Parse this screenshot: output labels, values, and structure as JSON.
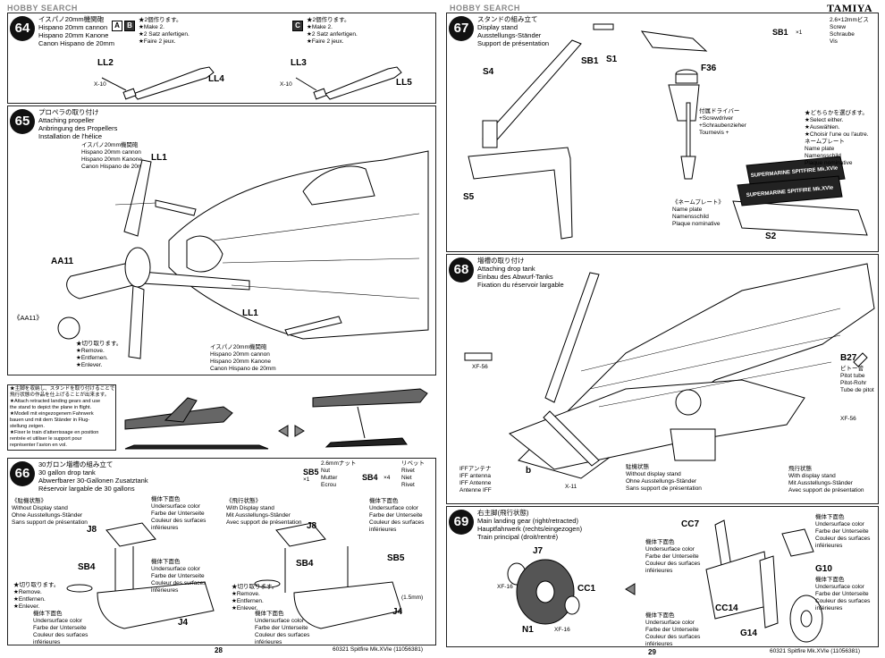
{
  "header": {
    "left_logo": "HOBBY SEARCH",
    "right_logo": "HOBBY SEARCH",
    "brand": "TAMIYA"
  },
  "step64": {
    "num": "64",
    "title": "イスパノ20mm機関砲\nHispano 20mm cannon\nHispano 20mm Kanone\nCanon Hispano de 20mm",
    "badge_a": "A",
    "badge_b": "B",
    "ab_note": "★2個作ります。\n★Make 2.\n★2 Satz anfertigen.\n★Faire 2 jeux.",
    "badge_c": "C",
    "c_note": "★2個作ります。\n★Make 2.\n★2 Satz anfertigen.\n★Faire 2 jeux.",
    "ll2": "LL2",
    "ll4": "LL4",
    "ll3": "LL3",
    "ll5": "LL5",
    "x10a": "X-10",
    "x10b": "X-10"
  },
  "step65": {
    "num": "65",
    "title": "プロペラの取り付け\nAttaching propeller\nAnbringung des Propellers\nInstallation de l'hélice",
    "cannon": "イスパノ20mm機関砲\nHispano 20mm cannon\nHispano 20mm Kanone\nCanon Hispano de 20mm",
    "ll1a": "LL1",
    "ll1b": "LL1",
    "aa11": "AA11",
    "aa11b": "《AA11》",
    "remove": "★切り取ります。\n★Remove.\n★Entfernen.\n★Enlever.",
    "cannon2": "イスパノ20mm機関砲\nHispano 20mm cannon\nHispano 20mm Kanone\nCanon Hispano de 20mm"
  },
  "note": {
    "text": "★主脚を収納し、スタンドを取り付けることで\n飛行状態の作品を仕上げることが出来ます。\n★Attach retracted landing gears and use\nthe stand to depict the plane in flight.\n★Modell mit eingezogenem Fahrwerk\nbauen und mit dem Ständer in Flug-\nstellung zeigen.\n★Fixer le train d'atterrissage en position\nrentrée et utiliser le support pour\nreprésenter l'avion en vol."
  },
  "step66": {
    "num": "66",
    "title": "30ガロン増槽の組み立て\n30 gallon drop tank\nAbwerfbarer 30-Gallonen Zusatztank\nRéservoir largable de 30 gallons",
    "sb5": "SB5",
    "sb5_desc": "2.6mmナット\nNut\nMutter\nEcrou",
    "sb5_qty": "×1",
    "sb4": "SB4",
    "sb4_desc": "リベット\nRivet\nNiet\nRivet",
    "sb4_qty": "×4",
    "no_stand": "《駐機状態》\nWithout Display stand\nOhne Ausstellungs-Ständer\nSans support de présentation",
    "with_stand": "《飛行状態》\nWith Display stand\nMit Ausstellungs-Ständer\nAvec support de présentation",
    "color1": "機体下面色\nUndersurface color\nFarbe der Unterseite\nCouleur des surfaces\ninférieures",
    "color2": "機体下面色\nUndersurface color\nFarbe der Unterseite\nCouleur des surfaces\ninférieures",
    "color3": "機体下面色\nUndersurface color\nFarbe der Unterseite\nCouleur des surfaces\ninférieures",
    "color4": "機体下面色\nUndersurface color\nFarbe der Unterseite\nCouleur des surfaces\ninférieures",
    "color5": "機体下面色\nUndersurface color\nFarbe der Unterseite\nCouleur des surfaces\ninférieures",
    "j8a": "J8",
    "j8b": "J8",
    "sb4a": "SB4",
    "sb4b": "SB4",
    "sb5b": "SB5",
    "j4a": "J4",
    "j4b": "J4",
    "remove": "★切り取ります。\n★Remove.\n★Entfernen.\n★Enlever.",
    "remove2": "★切り取ります。\n★Remove.\n★Entfernen.\n★Enlever.",
    "mm": "(1.5mm)"
  },
  "footer_left": {
    "page": "28",
    "code": "60321  Spitfire Mk.XVIe (11056381)"
  },
  "step67": {
    "num": "67",
    "title": "スタンドの組み立て\nDisplay stand\nAusstellungs-Ständer\nSupport de présentation",
    "sb1": "SB1",
    "sb1_desc": "2.6×12mmビス\nScrew\nSchraube\nVis",
    "sb1_qty": "×1",
    "s1": "S1",
    "sb1b": "SB1",
    "s4": "S4",
    "s5": "S5",
    "f36": "F36",
    "s2": "S2",
    "driver": "付属ドライバー\n+Screwdriver\n+Schraubenzieher\nTournevis +",
    "select": "★どちらかを選びます。\n★Select either.\n★Auswählen.\n★Choisir l'une ou l'autre.",
    "nameplate": "ネームプレート\nName plate\nNamensschild\nPlaque nominative",
    "nameplate2": "《ネームプレート》\nName plate\nNamensschild\nPlaque nominative",
    "plate_text1": "SUPERMARINE SPITFIRE Mk.XVIe",
    "plate_text2": "SUPERMARINE SPITFIRE Mk.XVIe"
  },
  "step68": {
    "num": "68",
    "title": "増槽の取り付け\nAttaching drop tank\nEinbau des Abwurf-Tanks\nFixation du réservoir largable",
    "b27": "B27",
    "pitot": "ピトー管\nPitot tube\nPitot-Rohr\nTube de pitot",
    "xf56a": "XF-56",
    "xf56b": "XF-56",
    "iff": "IFFアンテナ\nIFF antenna\nIFF Antenne\nAntenne IFF",
    "x11": "X-11",
    "no_stand": "駐機状態\nWithout display stand\nOhne Ausstellungs-Ständer\nSans support de présentation",
    "with_stand": "飛行状態\nWith display stand\nMit Ausstellungs-Ständer\nAvec support de présentation",
    "b": "b"
  },
  "step69": {
    "num": "69",
    "title": "右主脚(飛行状態)\nMain landing gear (right/retracted)\nHauptfahrwerk (rechts/eingezogen)\nTrain principal (droit/rentré)",
    "j7": "J7",
    "cc1": "CC1",
    "n1": "N1",
    "xf16a": "XF-16",
    "xf16b": "XF-16",
    "cc7": "CC7",
    "cc14": "CC14",
    "g10": "G10",
    "g14": "G14",
    "color1": "機体下面色\nUndersurface color\nFarbe der Unterseite\nCouleur des surfaces\ninférieures",
    "color2": "機体下面色\nUndersurface color\nFarbe der Unterseite\nCouleur des surfaces\ninférieures",
    "color3": "機体下面色\nUndersurface color\nFarbe der Unterseite\nCouleur des surfaces\ninférieures",
    "color4": "機体下面色\nUndersurface color\nFarbe der Unterseite\nCouleur des surfaces\ninférieures"
  },
  "footer_right": {
    "page": "29",
    "code": "60321  Spitfire Mk.XVIe (11056381)"
  }
}
